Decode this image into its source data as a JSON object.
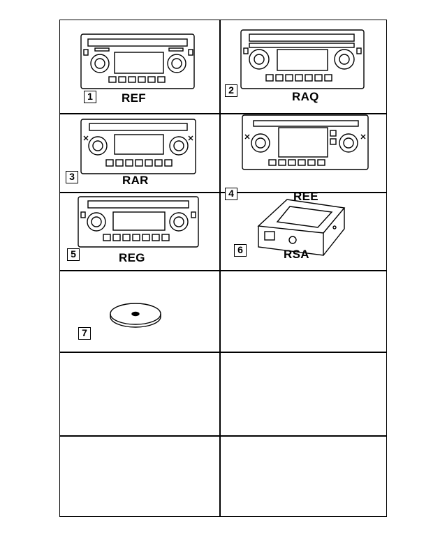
{
  "cells": [
    {
      "number": "1",
      "code": "REF"
    },
    {
      "number": "2",
      "code": "RAQ"
    },
    {
      "number": "3",
      "code": "RAR"
    },
    {
      "number": "4",
      "code": "REE"
    },
    {
      "number": "5",
      "code": "REG"
    },
    {
      "number": "6",
      "code": "RSA"
    },
    {
      "number": "7",
      "code": ""
    }
  ]
}
